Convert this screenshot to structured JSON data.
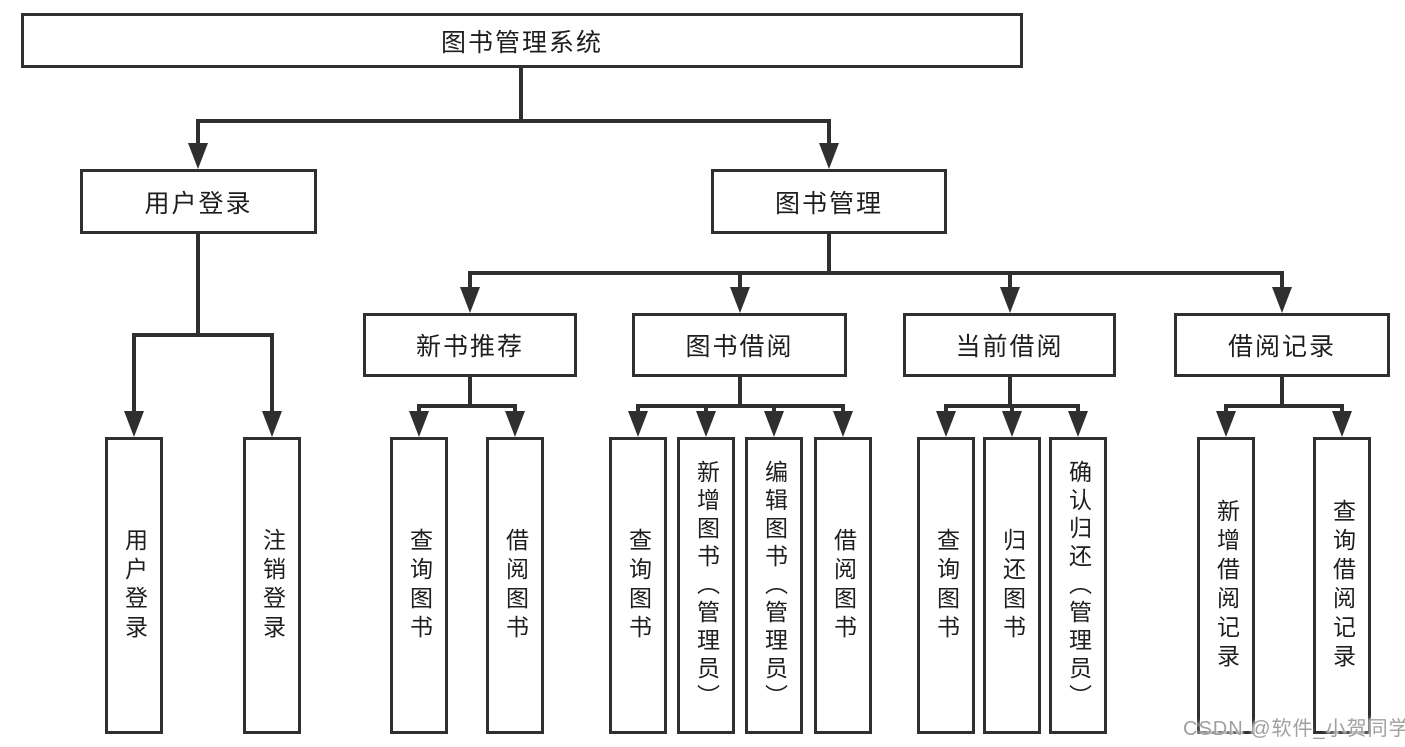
{
  "diagram_title": "图书管理系统",
  "colors": {
    "line": "#2f2f2f",
    "text": "#1e1e1e",
    "background": "#ffffff",
    "watermark": "#a0a0a0"
  },
  "tree": {
    "root": "图书管理系统",
    "level2": [
      "用户登录",
      "图书管理"
    ],
    "level3": [
      "新书推荐",
      "图书借阅",
      "当前借阅",
      "借阅记录"
    ],
    "leaves": {
      "user_login_children": [
        "用户登录",
        "注销登录"
      ],
      "new_book_children": [
        "查询图书",
        "借阅图书"
      ],
      "book_borrow_children": [
        "查询图书",
        "新增图书（管理员）",
        "编辑图书（管理员）",
        "借阅图书"
      ],
      "current_borrow_children": [
        "查询图书",
        "归还图书",
        "确认归还（管理员）"
      ],
      "borrow_record_children": [
        "新增借阅记录",
        "查询借阅记录"
      ]
    }
  },
  "watermark": "CSDN @软件_小贺同学"
}
